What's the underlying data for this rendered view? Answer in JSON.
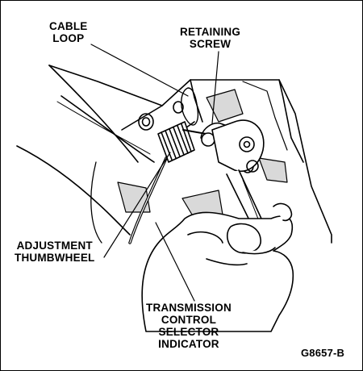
{
  "figure": {
    "code": "G8657-B",
    "callouts": {
      "cable_loop": [
        "CABLE",
        "LOOP"
      ],
      "retaining_screw": [
        "RETAINING",
        "SCREW"
      ],
      "adjustment_thumbwheel": [
        "ADJUSTMENT",
        "THUMBWHEEL"
      ],
      "transmission_control_selector_indicator": [
        "TRANSMISSION",
        "CONTROL",
        "SELECTOR",
        "INDICATOR"
      ]
    }
  },
  "colors": {
    "ink": "#000000",
    "paper": "#ffffff",
    "shade": "#d9d9d9"
  }
}
